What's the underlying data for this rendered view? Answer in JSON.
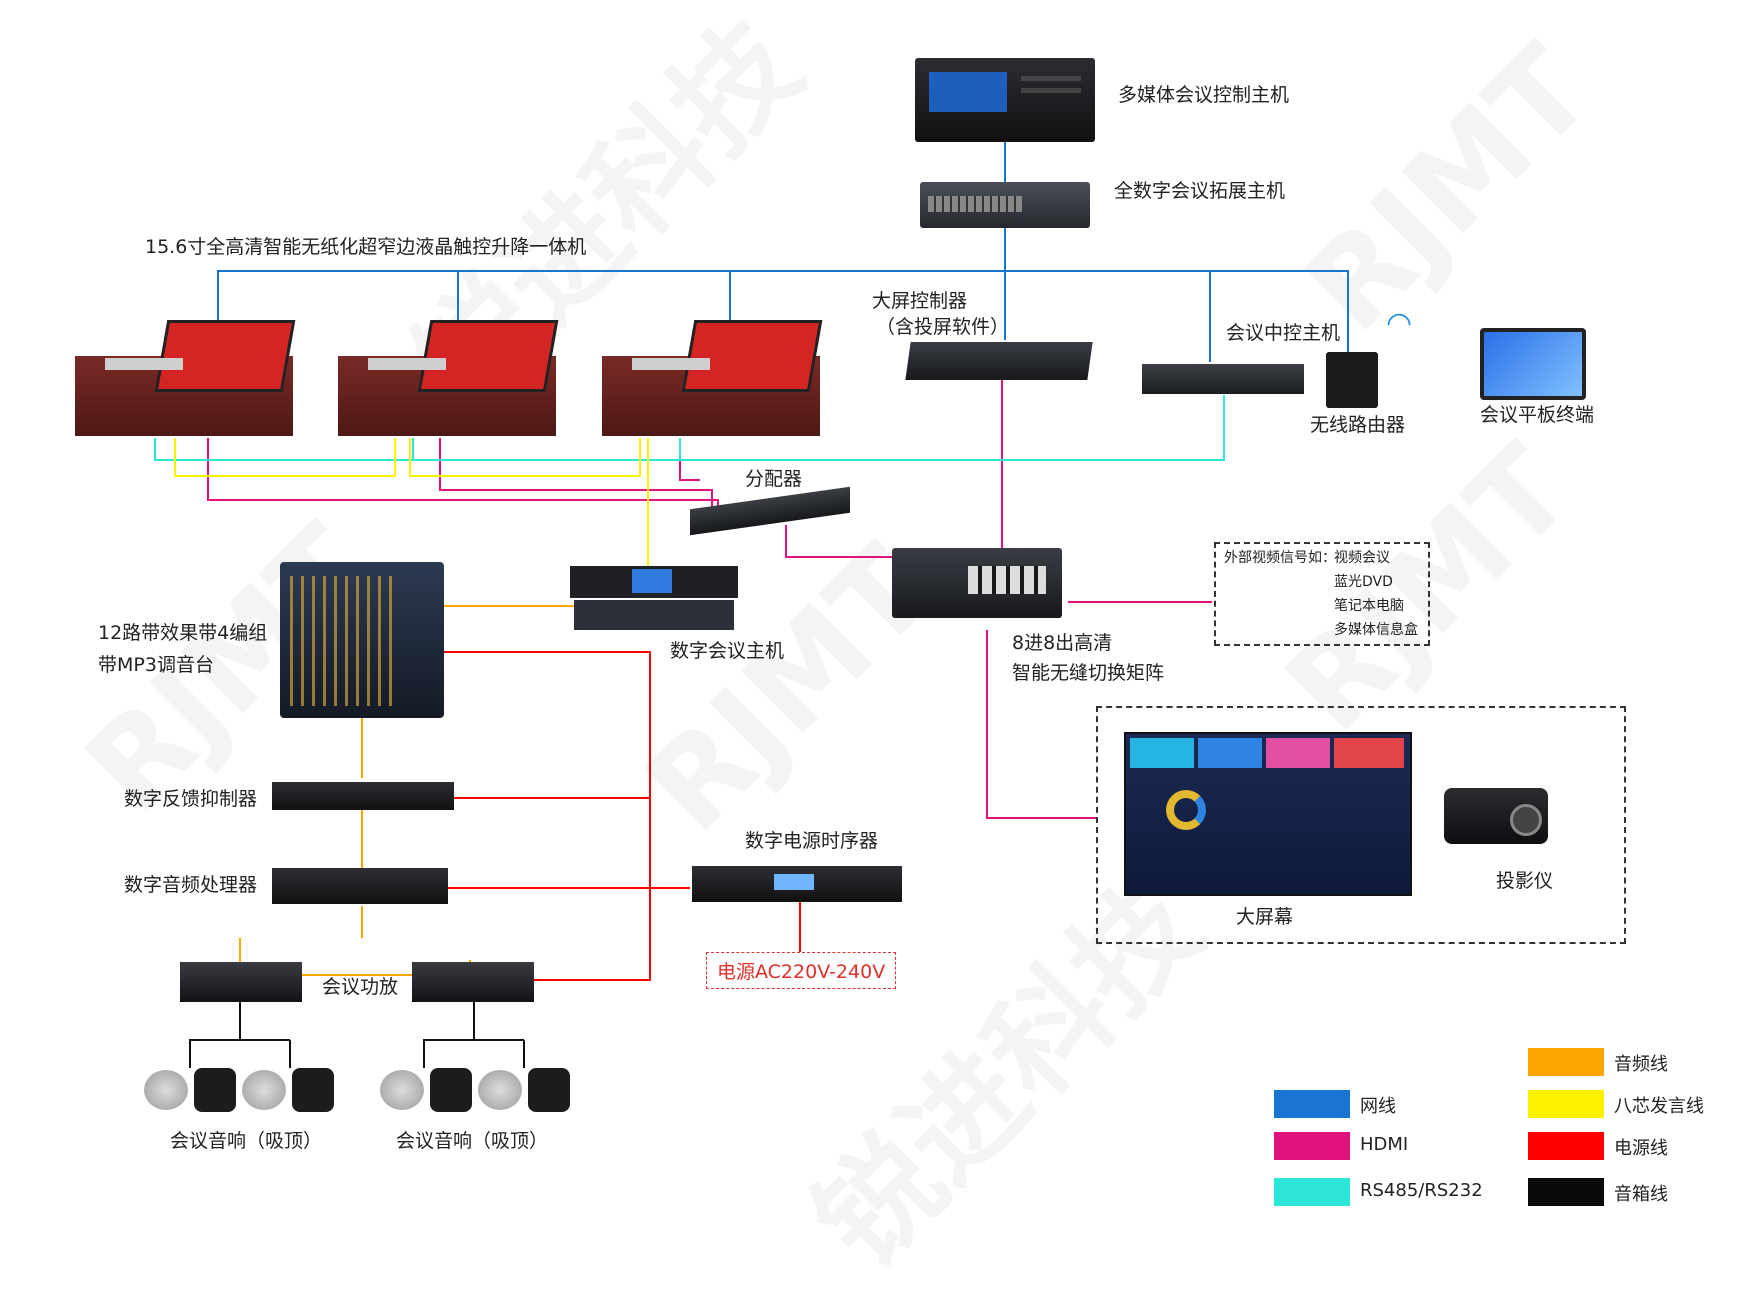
{
  "devices": {
    "control_host": "多媒体会议控制主机",
    "expansion_host": "全数字会议拓展主机",
    "terminal_title": "15.6寸全高清智能无纸化超窄边液晶触控升降一体机",
    "screen_controller_1": "大屏控制器",
    "screen_controller_2": "（含投屏软件）",
    "central_control": "会议中控主机",
    "wireless_router": "无线路由器",
    "tablet": "会议平板终端",
    "splitter": "分配器",
    "conference_host": "数字会议主机",
    "mixer_1": "12路带效果带4编组",
    "mixer_2": "带MP3调音台",
    "matrix_1": "8进8出高清",
    "matrix_2": "智能无缝切换矩阵",
    "feedback_suppressor": "数字反馈抑制器",
    "audio_processor": "数字音频处理器",
    "power_sequencer": "数字电源时序器",
    "power_supply": "电源AC220V-240V",
    "amplifier": "会议功放",
    "speaker_left": "会议音响（吸顶）",
    "speaker_right": "会议音响（吸顶）",
    "big_screen": "大屏幕",
    "projector": "投影仪"
  },
  "external_signals": {
    "title": "外部视频信号如：",
    "items": [
      "视频会议",
      "蓝光DVD",
      "笔记本电脑",
      "多媒体信息盒"
    ]
  },
  "legend": [
    {
      "label": "网线",
      "color": "#1a74d2"
    },
    {
      "label": "HDMI",
      "color": "#e0127e"
    },
    {
      "label": "RS485/RS232",
      "color": "#2ee6d8"
    },
    {
      "label": "音频线",
      "color": "#ffa500"
    },
    {
      "label": "八芯发言线",
      "color": "#fff200"
    },
    {
      "label": "电源线",
      "color": "#ff0000"
    },
    {
      "label": "音箱线",
      "color": "#0a0a0a"
    }
  ],
  "watermark": {
    "brand": "RJMT",
    "cn": "锐进科技"
  },
  "colors": {
    "network": "#1a74d2",
    "hdmi": "#e0127e",
    "rs485": "#2ee6d8",
    "audio": "#ffa500",
    "speech": "#fff200",
    "power": "#ff0000",
    "speaker": "#0a0a0a"
  }
}
